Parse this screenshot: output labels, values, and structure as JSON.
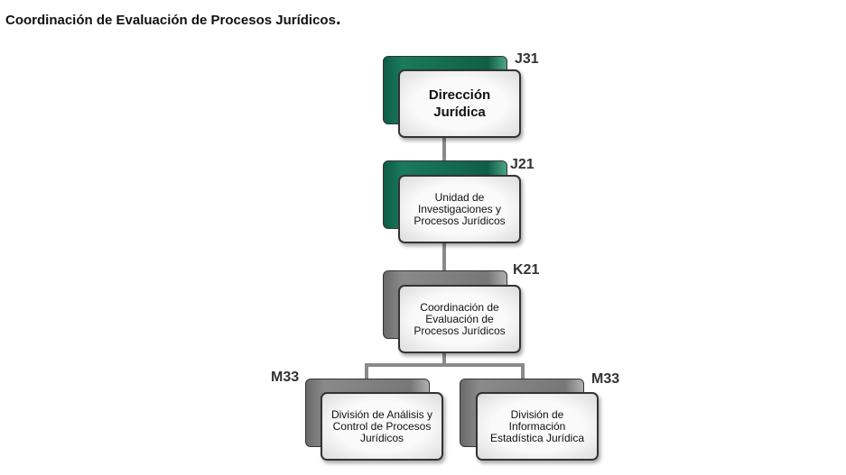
{
  "title": "Coordinación de Evaluación de Procesos Jurídicos",
  "title_punct": ".",
  "nodes": [
    {
      "code": "J31",
      "label": "Dirección Jurídica",
      "color": "#0f5f46"
    },
    {
      "code": "J21",
      "label": "Unidad de Investigaciones y Procesos Jurídicos",
      "color": "#0f5f46"
    },
    {
      "code": "K21",
      "label": "Coordinación de Evaluación de Procesos Jurídicos",
      "color": "#777777"
    },
    {
      "code": "M33",
      "label": "División de Análisis y Control de Procesos Jurídicos",
      "color": "#777777"
    },
    {
      "code": "M33",
      "label": "División de Información Estadística Jurídica",
      "color": "#777777"
    }
  ]
}
